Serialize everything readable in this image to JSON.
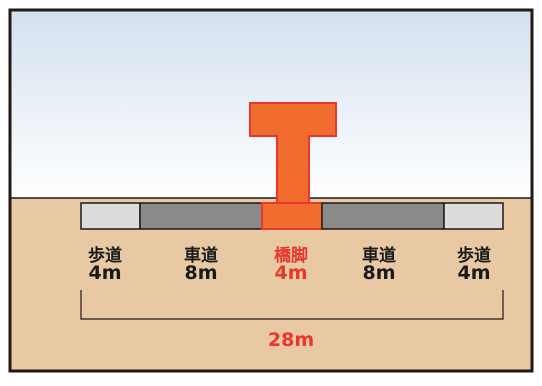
{
  "segments": [
    {
      "name": "歩道",
      "width": "4m",
      "fill": "#dcdcdc",
      "text_color": "#1a1a1a"
    },
    {
      "name": "車道",
      "width": "8m",
      "fill": "#8a8a8a",
      "text_color": "#1a1a1a"
    },
    {
      "name": "橋脚",
      "width": "4m",
      "fill": "#ef6c2e",
      "text_color": "#e8372c"
    },
    {
      "name": "車道",
      "width": "8m",
      "fill": "#8a8a8a",
      "text_color": "#1a1a1a"
    },
    {
      "name": "歩道",
      "width": "4m",
      "fill": "#dcdcdc",
      "text_color": "#1a1a1a"
    }
  ],
  "total_width": {
    "value": "28m",
    "color": "#e8372c"
  },
  "colors": {
    "sky_top": "#d3e1ef",
    "sky_bottom": "#ffffff",
    "ground": "#e9c9a3",
    "pier_fill": "#ef6c2e",
    "pier_stroke": "#e8372c",
    "outline": "#231815"
  }
}
